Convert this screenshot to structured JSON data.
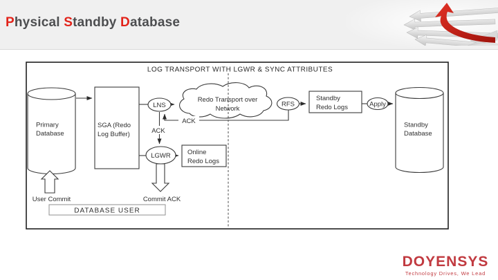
{
  "header": {
    "title_parts": [
      "P",
      "hysical ",
      "S",
      "tandby ",
      "D",
      "atabase"
    ]
  },
  "diagram": {
    "title": "LOG TRANSPORT WITH LGWR & SYNC ATTRIBUTES",
    "nodes": {
      "primary_db": {
        "line1": "Primary",
        "line2": "Database"
      },
      "sga": {
        "line1": "SGA (Redo",
        "line2": "Log Buffer)"
      },
      "lns": {
        "label": "LNS"
      },
      "cloud": {
        "line1": "Redo Transport over",
        "line2": "Network"
      },
      "rfs": {
        "label": "RFS"
      },
      "standby_redo_logs": {
        "line1": "Standby",
        "line2": "Redo Logs"
      },
      "apply": {
        "label": "Apply"
      },
      "standby_db": {
        "line1": "Standby",
        "line2": "Database"
      },
      "lgwr": {
        "label": "LGWR"
      },
      "online_redo_logs": {
        "line1": "Online",
        "line2": "Redo Logs"
      },
      "database_user": {
        "label": "DATABASE USER"
      }
    },
    "labels": {
      "ack_return": "ACK",
      "ack_down": "ACK",
      "user_commit": "User Commit",
      "commit_ack": "Commit ACK"
    }
  },
  "logo": {
    "wordmark": "DOYENSYS",
    "tagline": "Technology Drives, We Lead"
  },
  "colors": {
    "accent_red": "#e2231a",
    "title_gray": "#4d4e50",
    "logo_red": "#c13a40",
    "diagram_stroke": "#3a3a3a",
    "band_gray": "#f0f0f0"
  }
}
